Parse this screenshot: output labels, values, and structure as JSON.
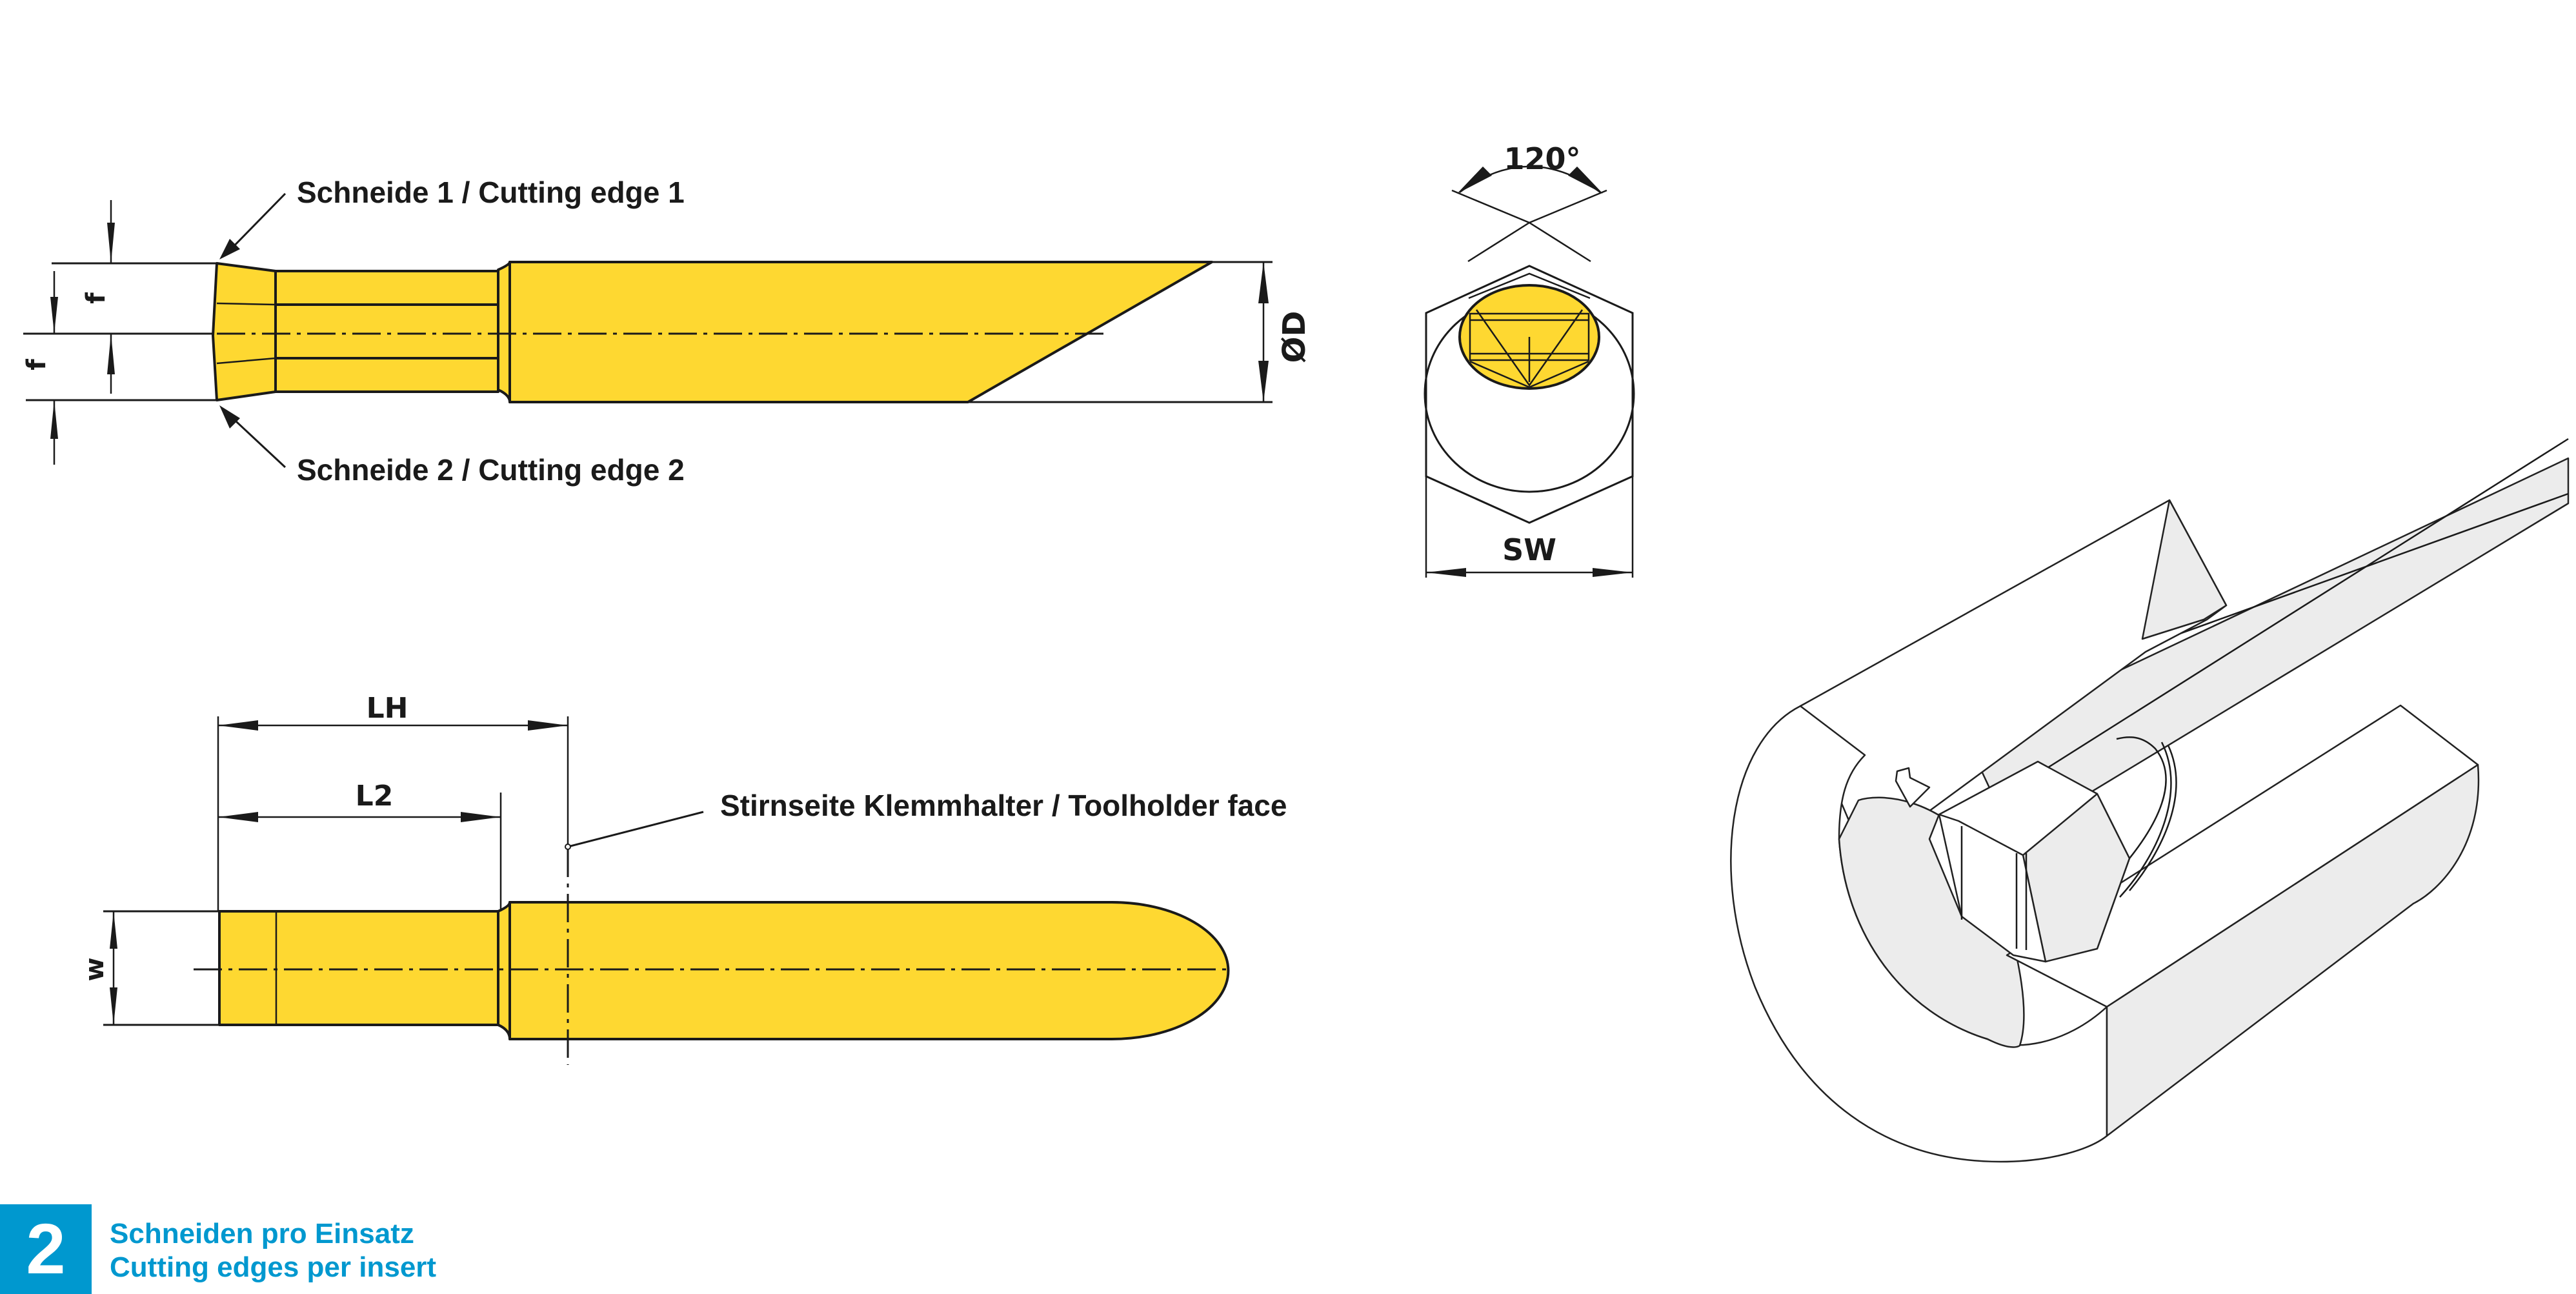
{
  "labels": {
    "cutting_edge_1": "Schneide 1 / Cutting edge 1",
    "cutting_edge_2": "Schneide 2 / Cutting edge 2",
    "toolholder_face": "Stirnseite Klemmhalter / Toolholder face"
  },
  "dimensions": {
    "f_upper": "f",
    "f_lower": "f",
    "diameter": "ØD",
    "angle": "120°",
    "wrench_size": "SW",
    "lh": "LH",
    "l2": "L2",
    "w": "w"
  },
  "footer": {
    "badge_number": "2",
    "caption_de": "Schneiden pro Einsatz",
    "caption_en": "Cutting edges per insert"
  },
  "colors": {
    "insert_yellow": "#fed831",
    "accent_blue": "#0098cf",
    "line": "#1a1a1a",
    "iso_shade": "#ececec"
  }
}
